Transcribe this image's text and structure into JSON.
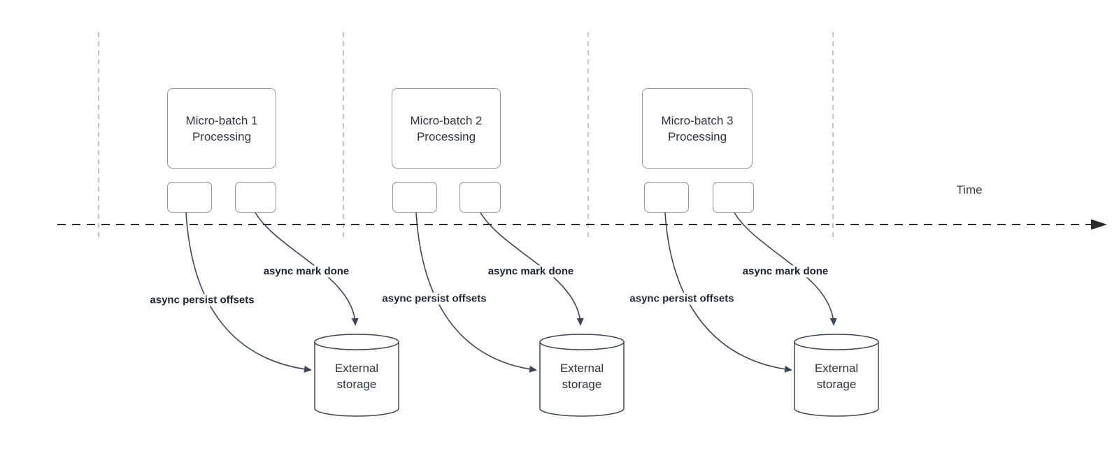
{
  "diagram": {
    "time_axis_label": "Time",
    "batches": [
      {
        "title_line1": "Micro-batch 1",
        "title_line2": "Processing",
        "persist_arrow_label": "async persist offsets",
        "done_arrow_label": "async mark done",
        "storage_line1": "External",
        "storage_line2": "storage"
      },
      {
        "title_line1": "Micro-batch 2",
        "title_line2": "Processing",
        "persist_arrow_label": "async persist offsets",
        "done_arrow_label": "async mark done",
        "storage_line1": "External",
        "storage_line2": "storage"
      },
      {
        "title_line1": "Micro-batch 3",
        "title_line2": "Processing",
        "persist_arrow_label": "async persist offsets",
        "done_arrow_label": "async mark done",
        "storage_line1": "External",
        "storage_line2": "storage"
      }
    ],
    "colors": {
      "connector_stroke": "#3e4653",
      "node_border": "#8f959e",
      "node_text": "#2e3640",
      "arrow_label_text": "#1c2532",
      "divider_line": "#aeb0b3",
      "timeline_stroke": "#2b2b2b"
    }
  }
}
